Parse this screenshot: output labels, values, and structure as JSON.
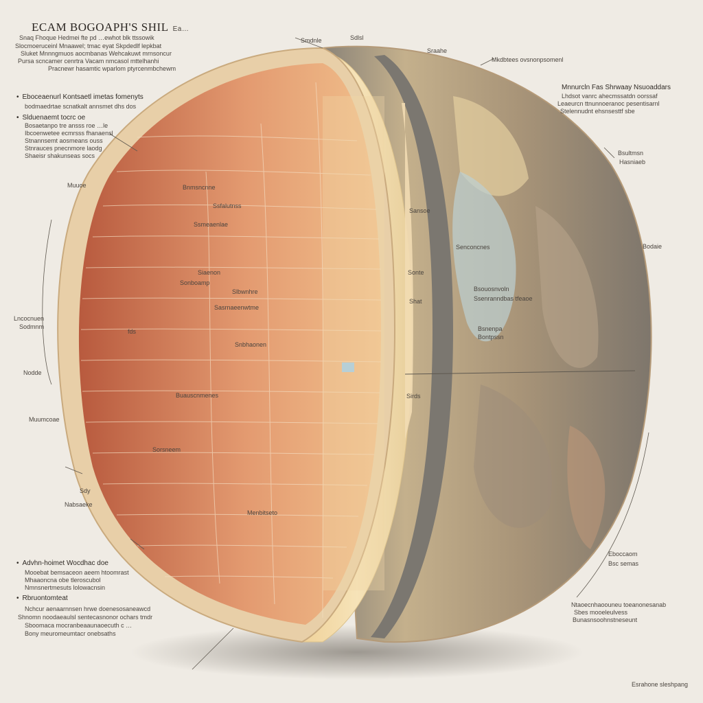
{
  "title": "ECAM BOGOAPH'S SHIL",
  "title_note": "Ea…",
  "header_lines": [
    "Snaq Fhoque Hedmei fte pd …ewhot blk ttssowik",
    "Slocmoeruceinl Mnaawel; tmac eyat Skpdedlf lepkbat",
    "Sluket Mnnngmuos aocmbanas Wehcakuwt mrnsoncur",
    "Pursa scncamer cenrtra Vacam nmcasol mttelhanhi",
    "Pracnewr hasamtic wparlom ptyrcenmbchewm"
  ],
  "left_blocks": [
    {
      "heading": "Eboceaenurl Kontsaetl imetas fomenyts",
      "lines": [
        "bodmaedrtae scnatkalt annsmet dhs dos"
      ]
    },
    {
      "heading": "Slduenaemt tocrc oe",
      "lines": [
        "Bosaetanpo tre ansss roe …le",
        "Ibcoenwetee ecmrsss fhanaensl",
        "Stnannsemt aosmeans ouss",
        "Stnrauces pnecnmore laodg",
        "Shaeisr shakunseas socs"
      ]
    }
  ],
  "right_top_block": {
    "heading": "Mnnurcln Fas Shrwaay Nsuoaddars",
    "lines": [
      "Lhdsot vanrc ahecmssatdn oorssaf",
      "Leaeurcn ttnunnoeranoc pesentisarnl",
      "Stelennudnt ehsnsesttf sbe"
    ]
  },
  "bottom_left_block": {
    "heading": "Advhn-hoimet Wocdhac doe",
    "lines": [
      "Mooebat bemsaceon aeem htoomrast",
      "Mhaaoncna obe tleroscubol",
      "Nmnsnertmesuts lolowacnsin",
      "Rbruontomteat"
    ],
    "sub_lines": [
      "Nchcur aenaarnnsen hrwe doenesosaneawcd",
      "Shnomn noodaeaulsl sentecasnonor ochars tmdr",
      "Sboomaca mocranbeaaunaoecuth c …",
      "Bony meuromeumtacr onebsaths"
    ]
  },
  "bottom_right_block": {
    "lines": [
      "Ntaoecnhaoouneu toeanonesanab",
      "Sbes mooeleulvess",
      "Bunasnsoohnstneseunt"
    ]
  },
  "callouts": {
    "top_center_1": "Smdnle",
    "top_center_2": "Sdlsl",
    "top_right_1": "Sraahe",
    "top_right_2": "Mkdbtees ovsnonpsomenl",
    "right_1": "Bsultmsn",
    "right_2": "Hasniaeb",
    "right_3": "Bodaie",
    "right_4": "Eboccaom",
    "right_5": "Bsc semas",
    "left_1": "Muuoe",
    "left_2": "Lncocnuen",
    "left_3": "Sodmnm",
    "left_4": "Nodde",
    "left_5": "Muumcoae",
    "left_6": "Sdy",
    "left_7": "Nabsaeke",
    "left_8": "fds",
    "inner_1": "Bnmsncnne",
    "inner_2": "Ssfalutnss",
    "inner_3": "Ssmeaenlae",
    "inner_4": "Siaenon",
    "inner_5": "Sonboamp",
    "inner_6": "Sasrnaeenwtme",
    "inner_7": "Slbwnhre",
    "inner_8": "Snbhaonen",
    "inner_9": "Buauscnmenes",
    "inner_10": "Sorsneem",
    "inner_11": "Menbitseto",
    "inner_12": "Sansoe",
    "inner_13": "Senconcnes",
    "inner_14": "Sonte",
    "inner_15": "Shat",
    "inner_16": "Sirds",
    "inner_17": "Bsouosnvoln",
    "inner_18": "Ssenranndbas tfeaoe",
    "inner_19": "Bsnenpa",
    "inner_20": "Bontpssn",
    "footer": "Esrahone sleshpang"
  },
  "colors": {
    "background": "#efebe4",
    "core_outer": "#c96b4a",
    "core_inner": "#e9a67a",
    "mantle_band": "#efd9a4",
    "crust_gray": "#8f8a80",
    "shell_tan": "#c9b08a"
  }
}
